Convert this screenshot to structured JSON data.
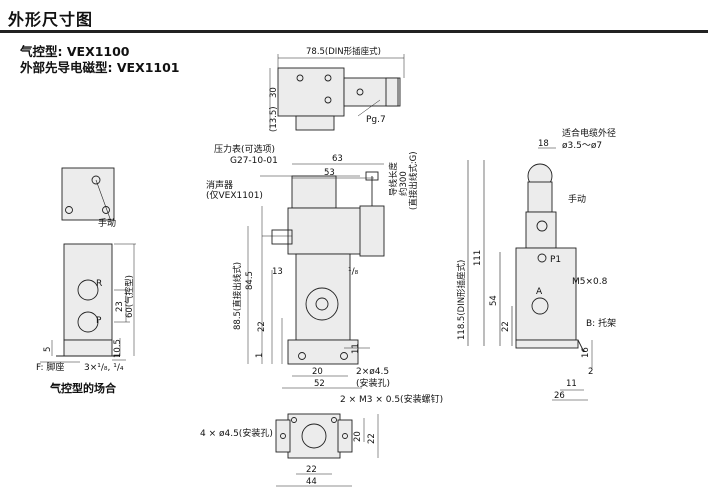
{
  "section_title": "外形尺寸图",
  "models": [
    {
      "label": "气控型: VEX1100"
    },
    {
      "label": "外部先导电磁型: VEX1101"
    }
  ],
  "air_operated_caption": "气控型的场合",
  "labels": {
    "manual": "手动",
    "manual2": "手动",
    "port_r": "R",
    "port_p": "P",
    "port_p1": "P1",
    "port_a": "A",
    "foot_bracket": "F: 脚座",
    "ports_spec": "3×¹/₈, ¹/₄",
    "silencer": "消声器",
    "silencer_note": "(仅VEX1101)",
    "pressure_gauge": "压力表(可选项)",
    "gauge_model": "G27-10-01",
    "pg7": "Pg.7",
    "lead_wire_len": "导线长度",
    "lead_wire_val": "约300",
    "lead_wire_note": "(直接出线式:G)",
    "cable_od": "适合电缆外径",
    "cable_od_val": "ø3.5～ø7",
    "m5": "M5×0.8",
    "bracket_b": "B: 托架",
    "port_eighth": "¹/₈",
    "mount_holes": "2×ø4.5",
    "mount_holes_note": "(安装孔)",
    "screws": "2 × M3 × 0.5(安装螺钉)",
    "bottom_holes": "4 × ø4.5(安装孔)"
  },
  "dims": {
    "d78_5": "78.5(DIN形插座式)",
    "d30": "30",
    "d13_5": "(13.5)",
    "d63": "63",
    "d53": "53",
    "d88_5": "88.5(直接出线式)",
    "d84_5": "84.5",
    "d13": "13",
    "d22": "22",
    "d1": "1",
    "d11": "11",
    "d20": "20",
    "d52": "52",
    "d23": "23",
    "d60": "60(气控型)",
    "d5": "5",
    "d10_5": "10.5",
    "d18": "18",
    "d118_5": "118.5(DIN形插座式)",
    "d111": "111",
    "d54": "54",
    "d22b": "22",
    "d16": "16",
    "d2": "2",
    "d11b": "11",
    "d26": "26",
    "d20b": "20",
    "d22c": "22",
    "d22d": "22",
    "d44": "44"
  }
}
